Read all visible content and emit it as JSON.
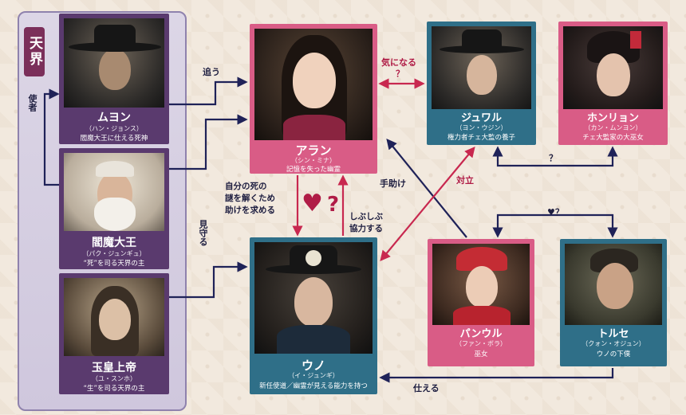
{
  "heaven_label": "天界",
  "colors": {
    "navy": "#1f2258",
    "red": "#c8284f",
    "purple": "#5a3a6e",
    "pink": "#d95c86",
    "teal": "#2f6f88"
  },
  "characters": {
    "muyon": {
      "name": "ムヨン",
      "actor": "（ハン・ジョンス）",
      "role": "閻魔大王に仕える死神"
    },
    "enma": {
      "name": "閻魔大王",
      "actor": "（パク・ジュンギュ）",
      "role": "“死”を司る天界の主"
    },
    "gyoku": {
      "name": "玉皇上帝",
      "actor": "（ユ・スンホ）",
      "role": "“生”を司る天界の主"
    },
    "aran": {
      "name": "アラン",
      "actor": "（シン・ミナ）",
      "role": "記憶を失った幽霊"
    },
    "uno": {
      "name": "ウノ",
      "actor": "（イ・ジュンギ）",
      "role": "新任使道／幽霊が見える能力を持つ"
    },
    "juwol": {
      "name": "ジュワル",
      "actor": "（ヨン・ウジン）",
      "role": "権力者チェ大監の養子"
    },
    "honryon": {
      "name": "ホンリョン",
      "actor": "（カン・ムンヨン）",
      "role": "チェ大監家の大巫女"
    },
    "panuru": {
      "name": "パンウル",
      "actor": "（ファン・ボラ）",
      "role": "巫女"
    },
    "torse": {
      "name": "トルセ",
      "actor": "（クォン・オジュン）",
      "role": "ウノの下僕"
    }
  },
  "relations": {
    "shisha": "使者",
    "ou": "追う",
    "mimamoru": "見守る",
    "ki_ni_naru": "気になる",
    "q1": "？",
    "tedasuke": "手助け",
    "tairitsu": "対立",
    "q2": "？",
    "heart_q": "♥？",
    "jibun_line1": "自分の死の",
    "jibun_line2": "謎を解くため",
    "jibun_line3": "助けを求める",
    "shibushibu_line1": "しぶしぶ",
    "shibushibu_line2": "協力する",
    "heart": "♥",
    "qmark": "?",
    "tsukaeru": "仕える"
  }
}
